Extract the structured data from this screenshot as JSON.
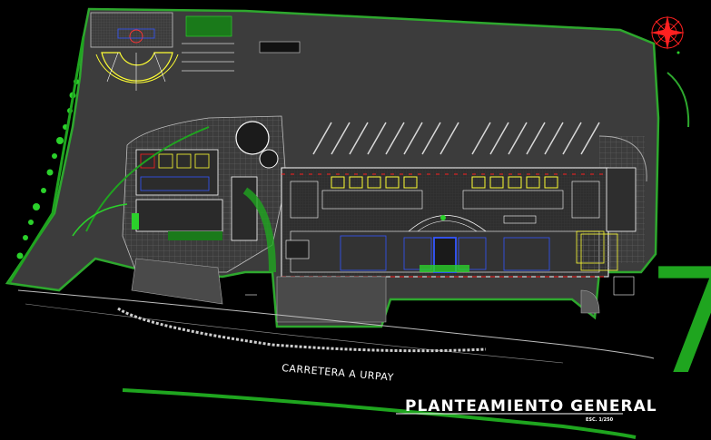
{
  "road_label": "CARRETERA A URPAY",
  "title": "PLANTEAMIENTO GENERAL",
  "scale_text": "ESC. 1/250",
  "sheet_number": "7",
  "north_arrow_icon": "north-arrow-icon",
  "colors": {
    "background": "#000000",
    "site_fill": "#3c3c3c",
    "vegetation": "#22b322",
    "building_line": "#d8d8d8",
    "accent_red": "#ff2020",
    "accent_yellow": "#ffff33",
    "accent_blue": "#3355ff"
  }
}
